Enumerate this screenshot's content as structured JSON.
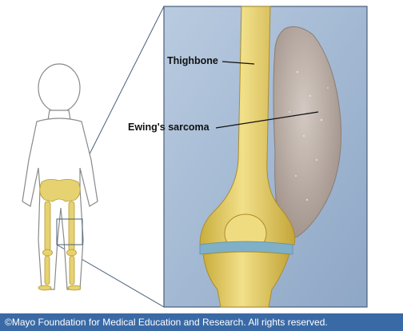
{
  "labels": {
    "thighbone": "Thighbone",
    "ewings_sarcoma": "Ewing's sarcoma"
  },
  "footer": {
    "copyright": "©Mayo Foundation for Medical Education and Research.  All rights reserved."
  },
  "colors": {
    "panel_bg": "#9fb6d0",
    "bone": "#e6d270",
    "tumor": "#b8aaa2",
    "cartilage": "#7fb0c8",
    "footer_bg": "#3a6aa6"
  }
}
